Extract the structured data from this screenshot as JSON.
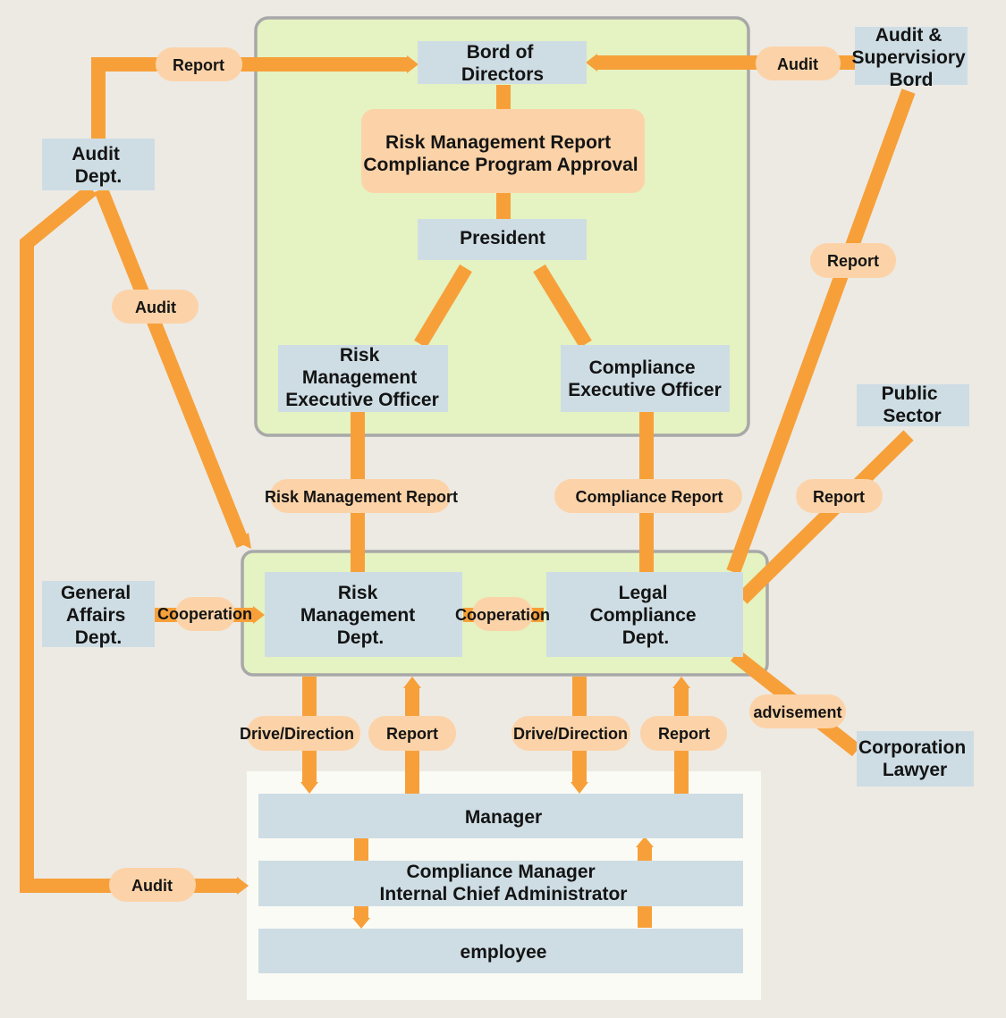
{
  "nodes": {
    "board": [
      "Bord of",
      "Directors"
    ],
    "risk_report_approval": [
      "Risk Management Report",
      "Compliance Program Approval"
    ],
    "president": [
      "President"
    ],
    "risk_officer": [
      "Risk",
      "Management",
      "Executive Officer"
    ],
    "compliance_officer": [
      "Compliance",
      "Executive Officer"
    ],
    "audit_supervisory": [
      "Audit &",
      "Supervisiory",
      "Bord"
    ],
    "audit_dept": [
      "Audit",
      "Dept."
    ],
    "public_sector": [
      "Public",
      "Sector"
    ],
    "general_affairs": [
      "General",
      "Affairs",
      "Dept."
    ],
    "risk_dept": [
      "Risk",
      "Management",
      "Dept."
    ],
    "legal_dept": [
      "Legal",
      "Compliance",
      "Dept."
    ],
    "corporation_lawyer": [
      "Corporation",
      "Lawyer"
    ],
    "manager": [
      "Manager"
    ],
    "compliance_manager": [
      "Compliance Manager",
      "Internal Chief Administrator"
    ],
    "employee": [
      "employee"
    ]
  },
  "labels": {
    "report_top_left": "Report",
    "audit_top_right": "Audit",
    "audit_left": "Audit",
    "report_right": "Report",
    "risk_mgmt_report": "Risk Management Report",
    "compliance_report": "Compliance Report",
    "report_public": "Report",
    "coop_general": "Cooperation",
    "coop_middle": "Cooperation",
    "drive_1": "Drive/Direction",
    "report_1": "Report",
    "drive_2": "Drive/Direction",
    "report_2": "Report",
    "advisement": "advisement",
    "audit_bottom": "Audit"
  },
  "colors": {
    "arrow": "#f7a03a",
    "pill": "#fcd3a8",
    "box": "#cedde4",
    "zone": "#e5f2c1",
    "background": "#edeae4"
  }
}
